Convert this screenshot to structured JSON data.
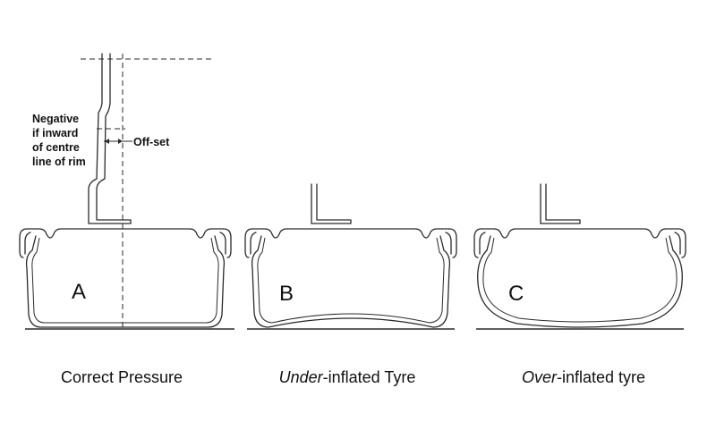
{
  "annotation": {
    "negative_lines": [
      "Negative",
      "if inward",
      "of centre",
      "line of rim"
    ],
    "offset_label": "Off-set"
  },
  "tyres": [
    {
      "letter": "A",
      "caption_italic": "",
      "caption_rest": "Correct Pressure"
    },
    {
      "letter": "B",
      "caption_italic": "Under",
      "caption_rest": "-inflated Tyre"
    },
    {
      "letter": "C",
      "caption_italic": "Over",
      "caption_rest": "-inflated tyre"
    }
  ],
  "colors": {
    "line": "#2a2a2a",
    "text": "#111111",
    "background": "#ffffff"
  }
}
